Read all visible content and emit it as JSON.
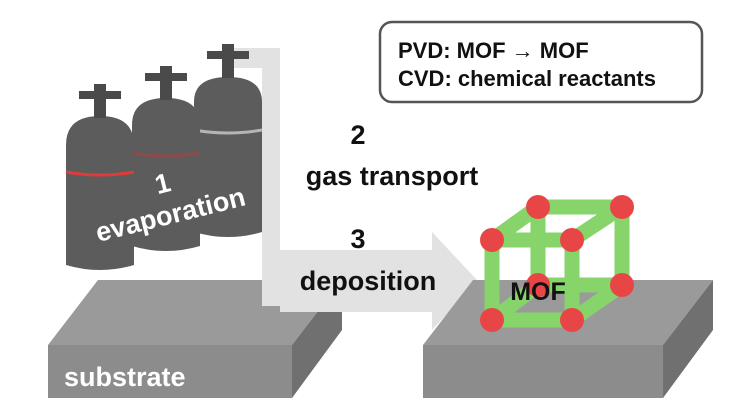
{
  "legend": {
    "pvd": "PVD: MOF → MOF",
    "cvd": "CVD: chemical reactants"
  },
  "steps": {
    "evaporation": {
      "number": "1",
      "label": "evaporation"
    },
    "transport": {
      "number": "2",
      "label": "gas transport"
    },
    "deposition": {
      "number": "3",
      "label": "deposition"
    }
  },
  "substrate_label": "substrate",
  "mof_label": "MOF",
  "colors": {
    "cylinder_body": "#5c5c5c",
    "cylinder_valve": "#4a4a4a",
    "cylinder_band_front": "#e03a3a",
    "cylinder_band_middle": "#8e4a4a",
    "cylinder_band_back": "#b5b5b5",
    "substrate_top": "#9a9a9a",
    "substrate_front": "#8c8c8c",
    "substrate_side": "#707070",
    "pipe_and_arrow": "#e2e2e2",
    "mof_node": "#e84646",
    "mof_linker": "#86d46a",
    "legend_border": "#555555"
  }
}
